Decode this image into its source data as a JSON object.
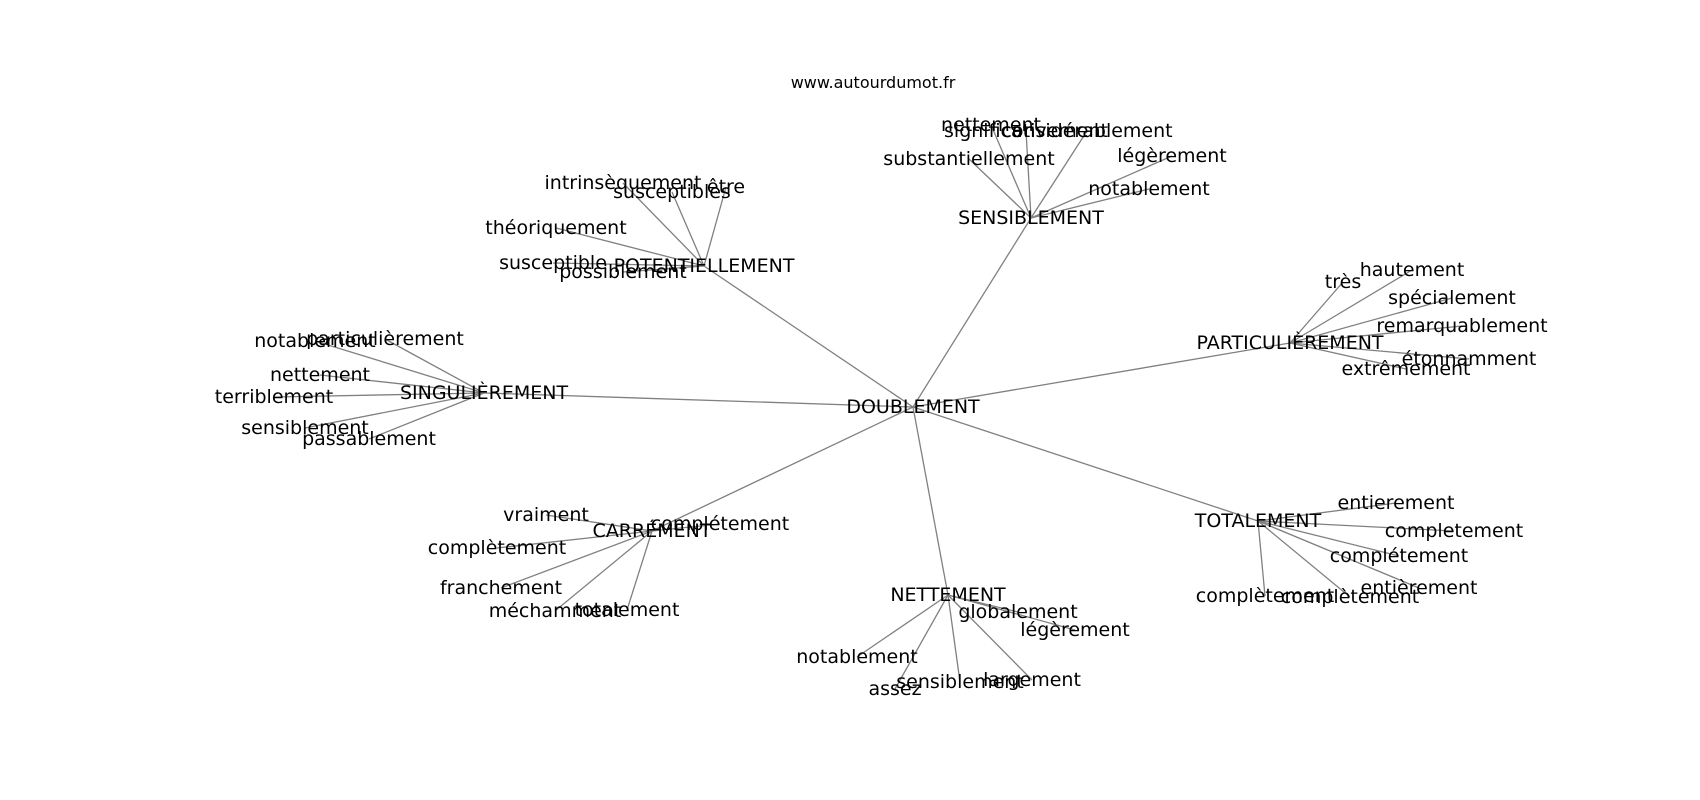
{
  "caption": "www.autourdumot.fr",
  "colors": {
    "edge": "#808080",
    "text": "#000000",
    "background": "#ffffff"
  },
  "graph": {
    "center": "DOUBLEMENT",
    "hubs": [
      {
        "label": "SENSIBLEMENT",
        "leaves": [
          "nettement",
          "significativement",
          "considérablement",
          "légèrement",
          "substantiellement",
          "notablement"
        ]
      },
      {
        "label": "POTENTIELLEMENT",
        "leaves": [
          "intrinsèquement",
          "susceptibles",
          "être",
          "théoriquement",
          "susceptible",
          "possiblement"
        ]
      },
      {
        "label": "SINGULIÈREMENT",
        "leaves": [
          "particulièrement",
          "notablement",
          "nettement",
          "terriblement",
          "sensiblement",
          "passablement"
        ]
      },
      {
        "label": "PARTICULIÈREMENT",
        "leaves": [
          "très",
          "hautement",
          "spécialement",
          "remarquablement",
          "étonnamment",
          "extrêmement"
        ]
      },
      {
        "label": "CARRÉMENT",
        "leaves": [
          "vraiment",
          "complétement",
          "complètement",
          "franchement",
          "méchamment",
          "totalement"
        ]
      },
      {
        "label": "NETTEMENT",
        "leaves": [
          "globalement",
          "légèrement",
          "notablement",
          "assez",
          "sensiblement",
          "largement"
        ]
      },
      {
        "label": "TOTALEMENT",
        "leaves": [
          "entierement",
          "completement",
          "complétement",
          "entièrement",
          "complètement",
          "complètement"
        ]
      }
    ]
  }
}
